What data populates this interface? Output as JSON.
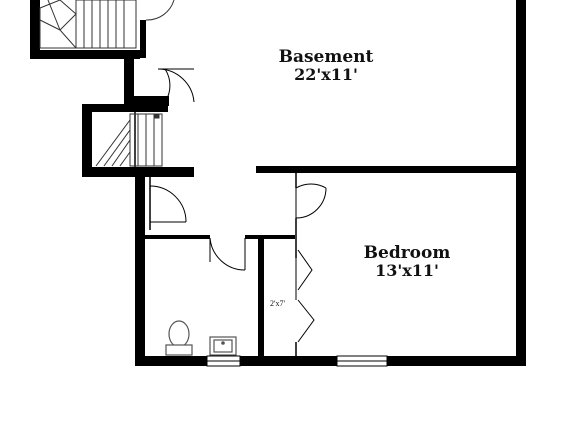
{
  "rooms": [
    {
      "id": "basement",
      "name": "Basement",
      "size": "22'x11'"
    },
    {
      "id": "bedroom",
      "name": "Bedroom",
      "size": "13'x11'"
    }
  ],
  "closet_label": "2'x7'",
  "colors": {
    "wall": "#000000",
    "fixture": "#555555",
    "background": "#ffffff"
  }
}
